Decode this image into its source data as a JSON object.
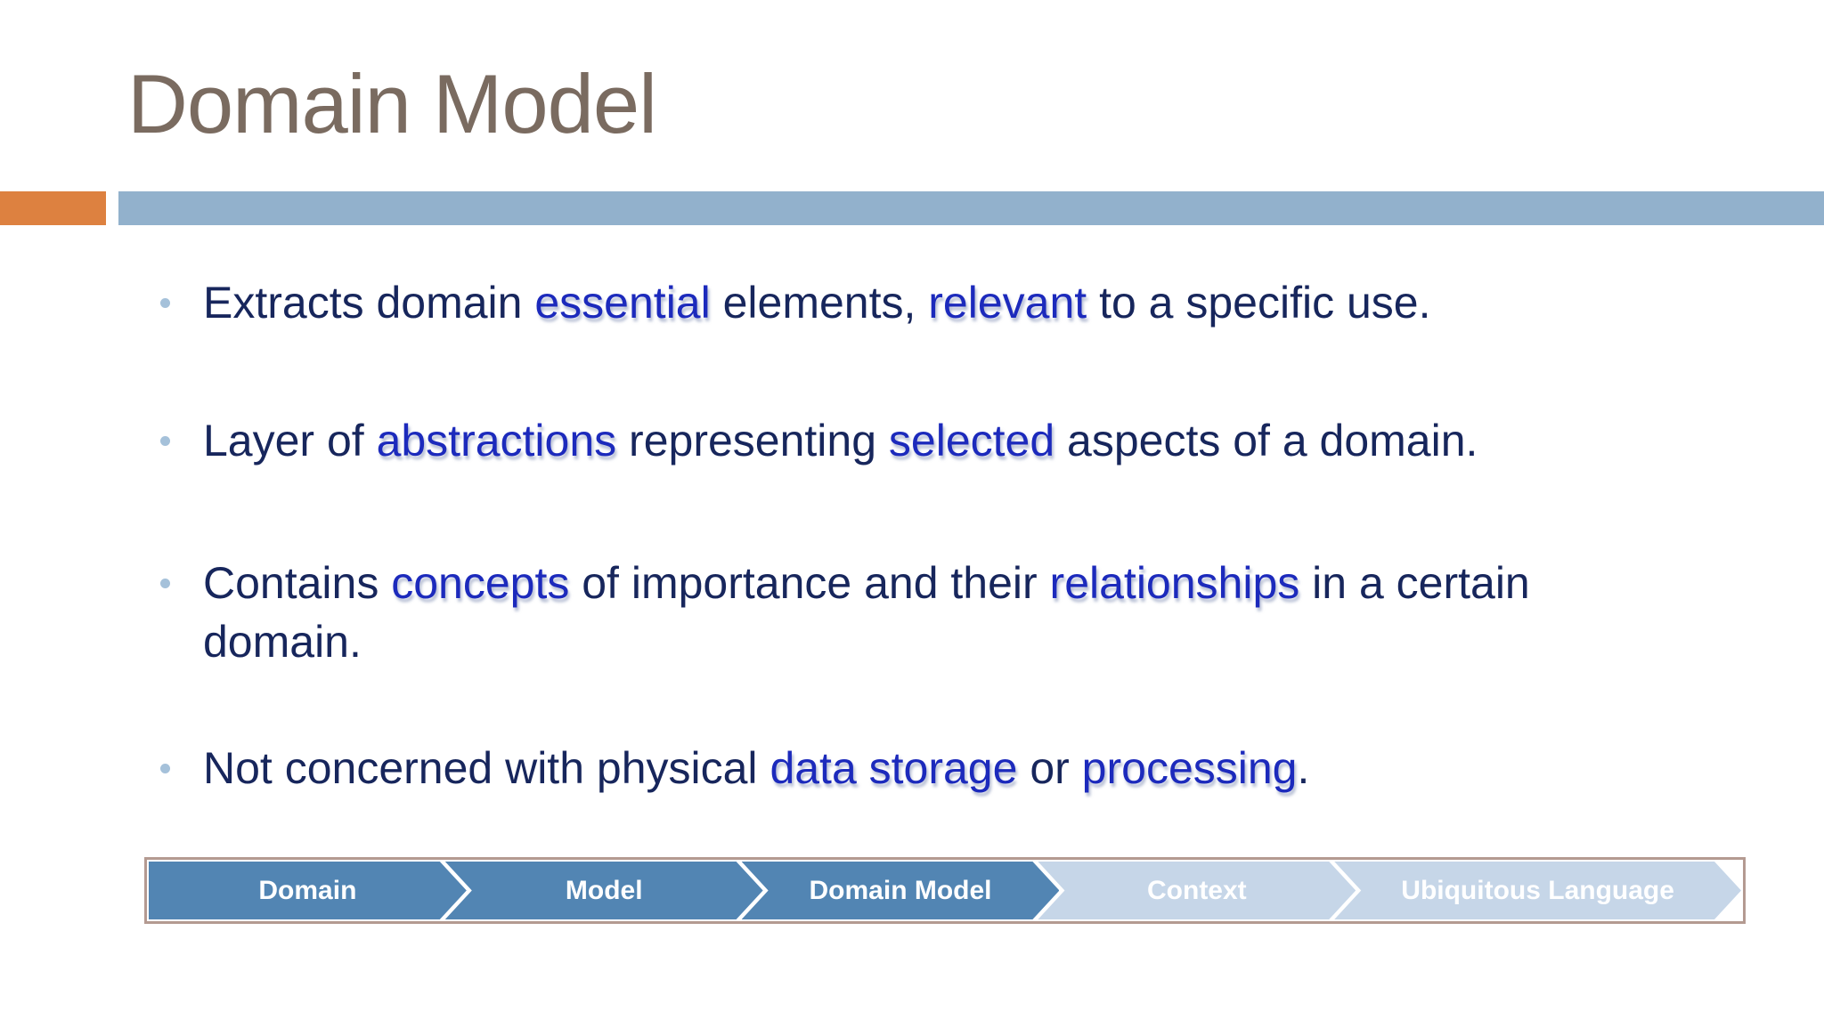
{
  "slide": {
    "title": "Domain Model"
  },
  "colors": {
    "title_text": "#7a6b60",
    "body_text": "#17265c",
    "highlight_text": "#1c2abc",
    "accent_orange": "#dd8140",
    "accent_band_blue": "#92b1cc",
    "step_active_blue": "#5285b3",
    "step_inactive_blue": "#c6d6e8",
    "process_bar_border": "#b49a91",
    "bullet_dot": "#a5c1da"
  },
  "bullets": [
    {
      "lines": [
        [
          {
            "text": "Extracts domain ",
            "highlight": false
          },
          {
            "text": "essential",
            "highlight": true
          },
          {
            "text": " elements, ",
            "highlight": false
          },
          {
            "text": "relevant",
            "highlight": true
          },
          {
            "text": " to a specific use.",
            "highlight": false
          }
        ]
      ]
    },
    {
      "lines": [
        [
          {
            "text": "Layer of ",
            "highlight": false
          },
          {
            "text": "abstractions",
            "highlight": true
          },
          {
            "text": " representing ",
            "highlight": false
          },
          {
            "text": "selected",
            "highlight": true
          },
          {
            "text": " aspects of a domain.",
            "highlight": false
          }
        ]
      ]
    },
    {
      "lines": [
        [
          {
            "text": "Contains ",
            "highlight": false
          },
          {
            "text": "concepts",
            "highlight": true
          },
          {
            "text": " of importance and their ",
            "highlight": false
          },
          {
            "text": "relationships",
            "highlight": true
          },
          {
            "text": " in a certain",
            "highlight": false
          }
        ],
        [
          {
            "text": "domain.",
            "highlight": false
          }
        ]
      ]
    },
    {
      "lines": [
        [
          {
            "text": "Not concerned with physical ",
            "highlight": false
          },
          {
            "text": "data storage",
            "highlight": true
          },
          {
            "text": " or ",
            "highlight": false
          },
          {
            "text": "processing",
            "highlight": true
          },
          {
            "text": ".",
            "highlight": false
          }
        ]
      ]
    }
  ],
  "process_bar": {
    "steps": [
      {
        "label": "Domain",
        "state": "active"
      },
      {
        "label": "Model",
        "state": "active"
      },
      {
        "label": "Domain Model",
        "state": "active"
      },
      {
        "label": "Context",
        "state": "inactive"
      },
      {
        "label": "Ubiquitous Language",
        "state": "inactive"
      }
    ]
  }
}
